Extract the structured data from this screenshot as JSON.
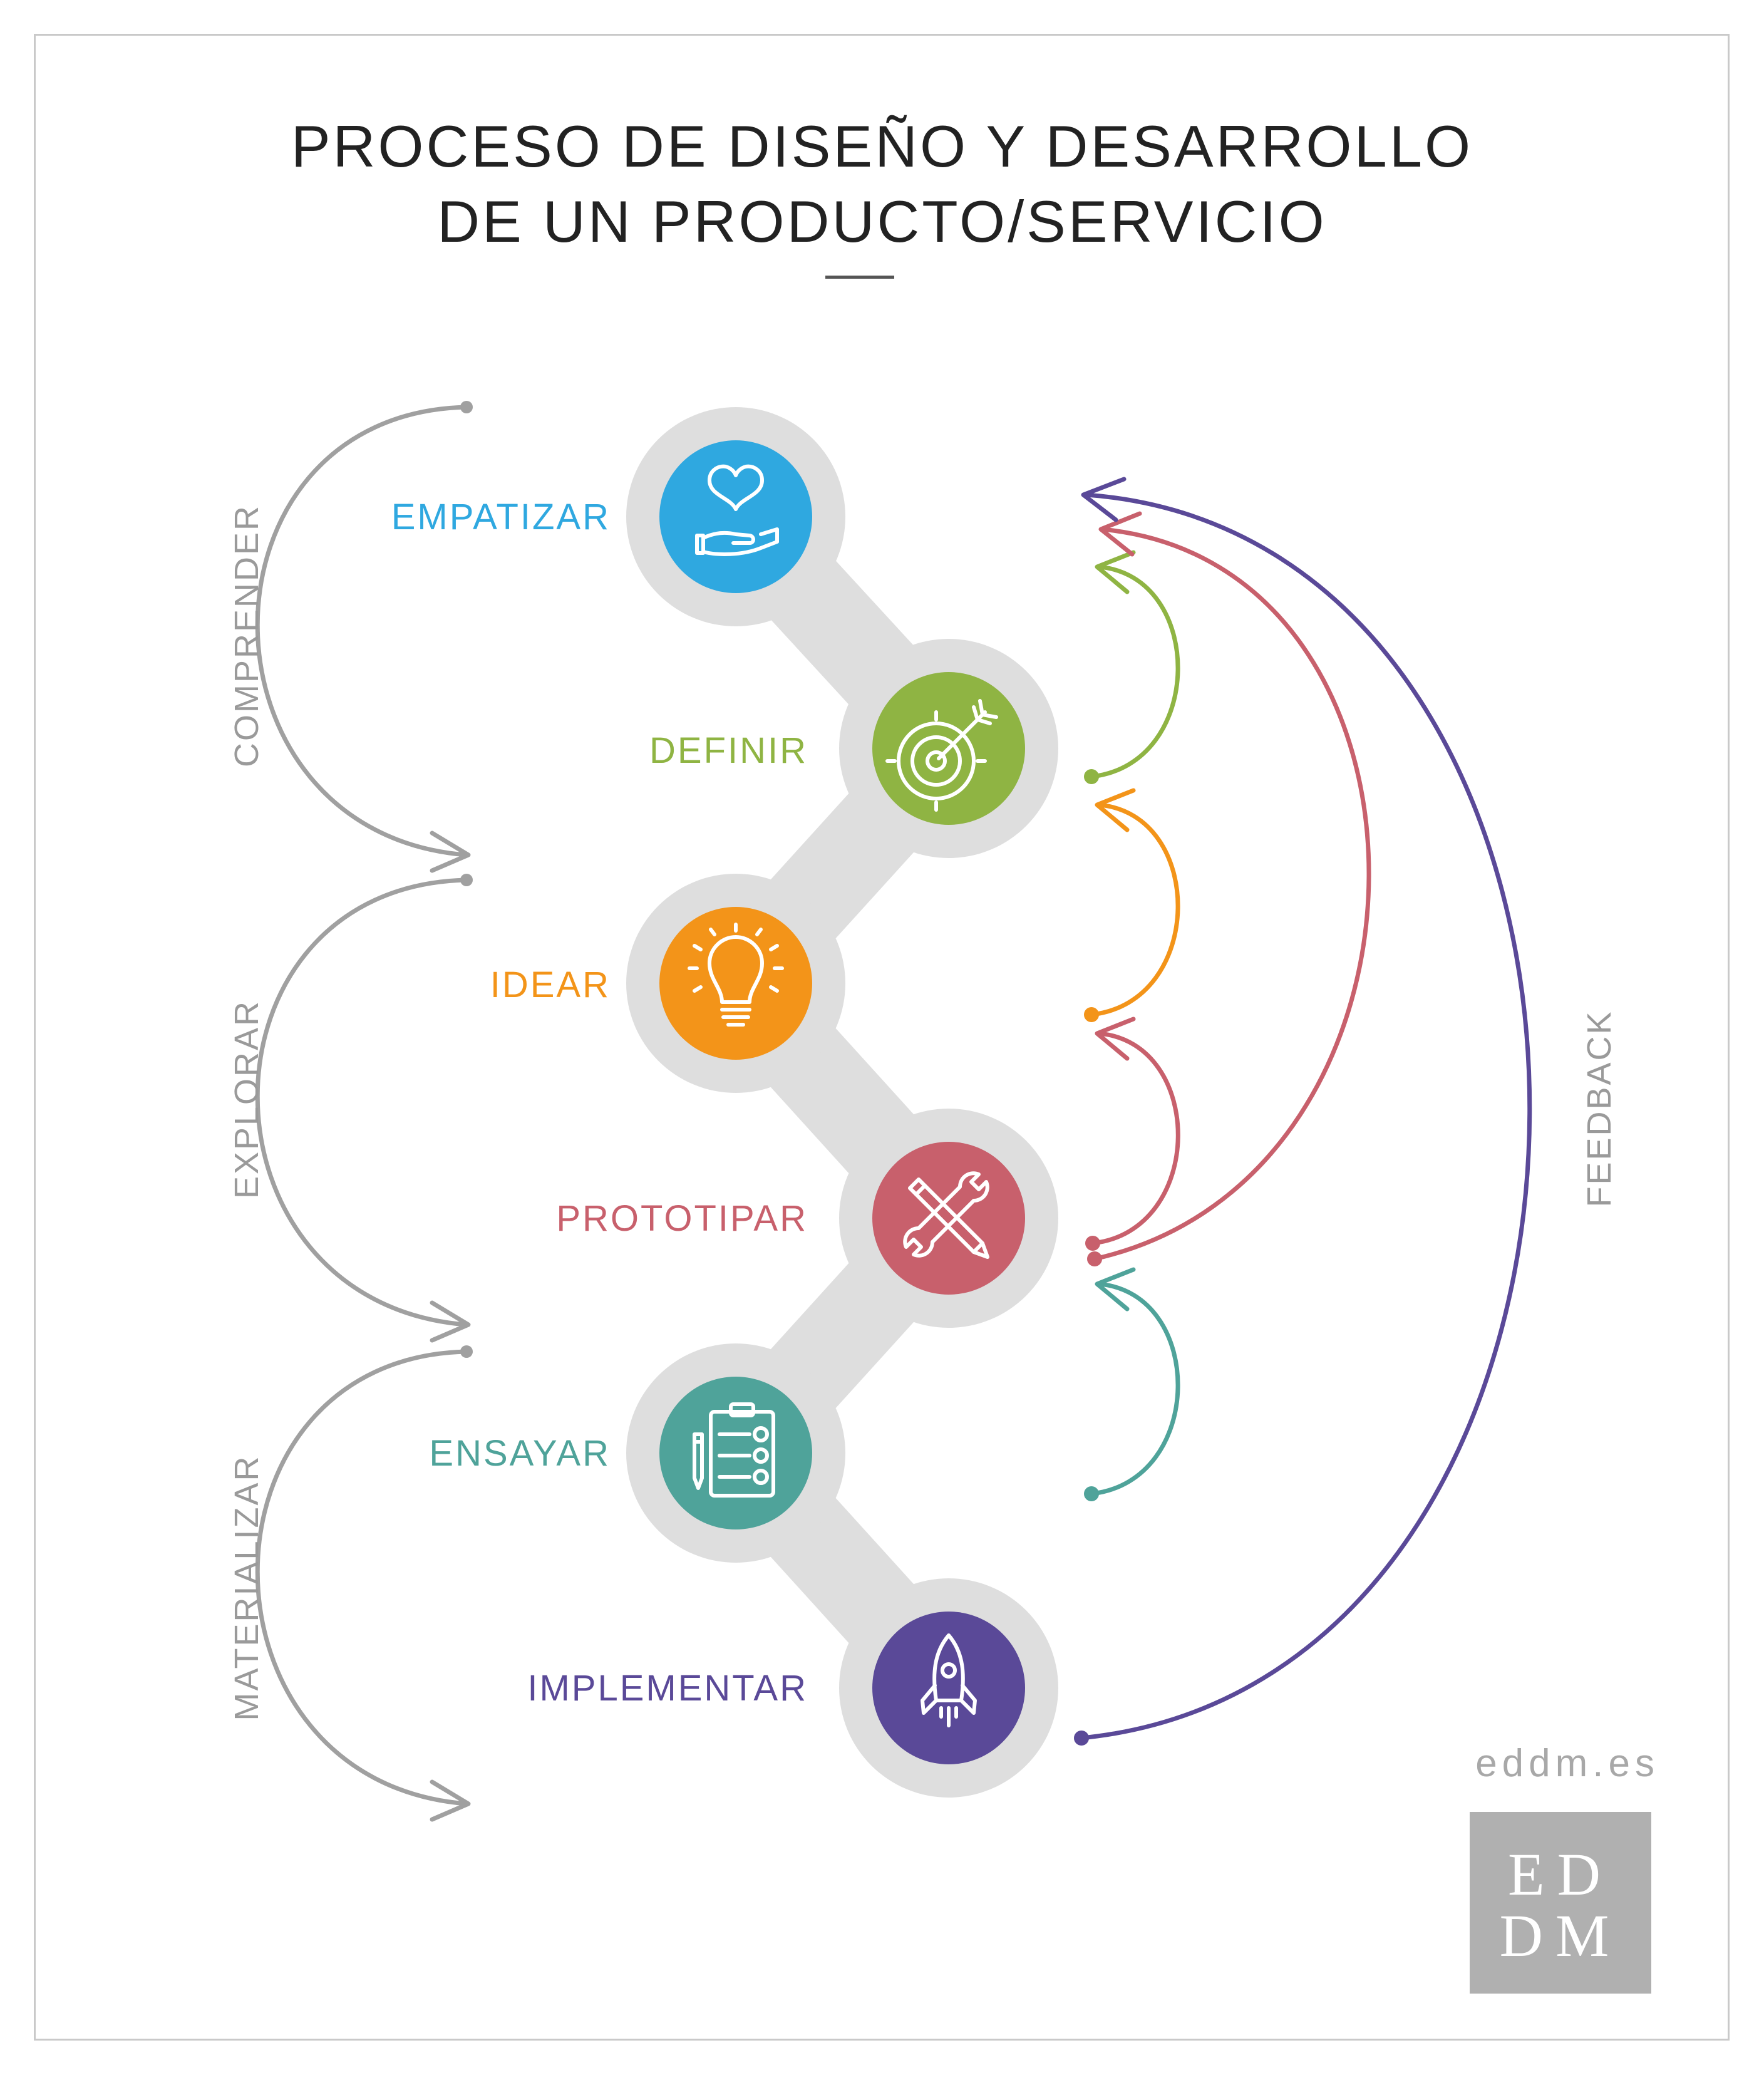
{
  "title": {
    "line1": "PROCESO DE DISEÑO Y DESARROLLO",
    "line2": "DE UN PRODUCTO/SERVICIO"
  },
  "steps": [
    {
      "label": "EMPATIZAR",
      "color": "#2fa8e0",
      "icon": "heart-hand-icon"
    },
    {
      "label": "DEFINIR",
      "color": "#8fb443",
      "icon": "target-arrow-icon"
    },
    {
      "label": "IDEAR",
      "color": "#f39419",
      "icon": "lightbulb-icon"
    },
    {
      "label": "PROTOTIPAR",
      "color": "#c8606c",
      "icon": "pencil-wrench-icon"
    },
    {
      "label": "ENSAYAR",
      "color": "#4fa39a",
      "icon": "clipboard-checklist-icon"
    },
    {
      "label": "IMPLEMENTAR",
      "color": "#5a4998",
      "icon": "rocket-icon"
    }
  ],
  "phases": {
    "comprender": "COMPRENDER",
    "explorar": "EXPLORAR",
    "materializar": "MATERIALIZAR"
  },
  "feedback": "FEEDBACK",
  "colors": {
    "track": "#dedede",
    "phase_arrow": "#a0a0a0",
    "text_label": "#9a9a9a"
  },
  "site_url": "eddm.es",
  "logo": {
    "line1": "ED",
    "line2": "DM"
  }
}
